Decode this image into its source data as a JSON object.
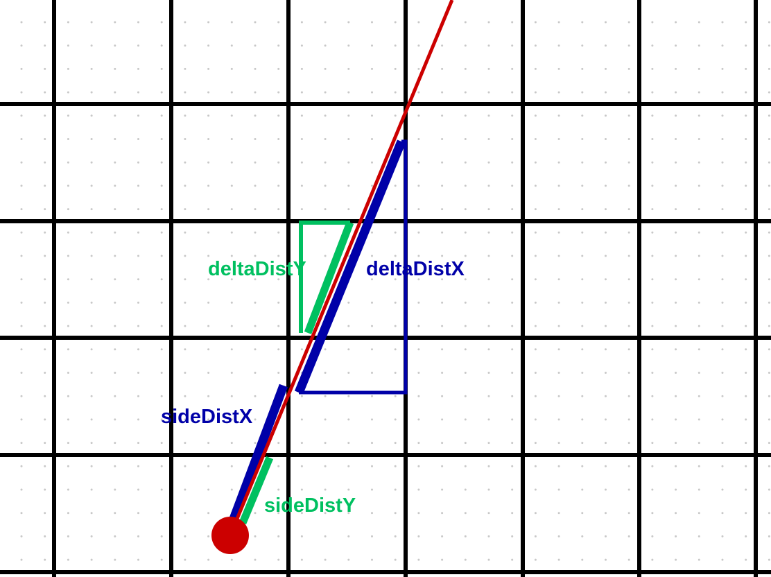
{
  "labels": {
    "delta_dist_y": "deltaDistY",
    "delta_dist_x": "deltaDistX",
    "side_dist_x": "sideDistX",
    "side_dist_y": "sideDistY"
  },
  "colors": {
    "background": "#ffffff",
    "grid": "#000000",
    "dots": "#c8c8c8",
    "ray": "#cc0000",
    "player": "#cc0000",
    "x_distance": "#0000a8",
    "y_distance": "#00c060"
  }
}
